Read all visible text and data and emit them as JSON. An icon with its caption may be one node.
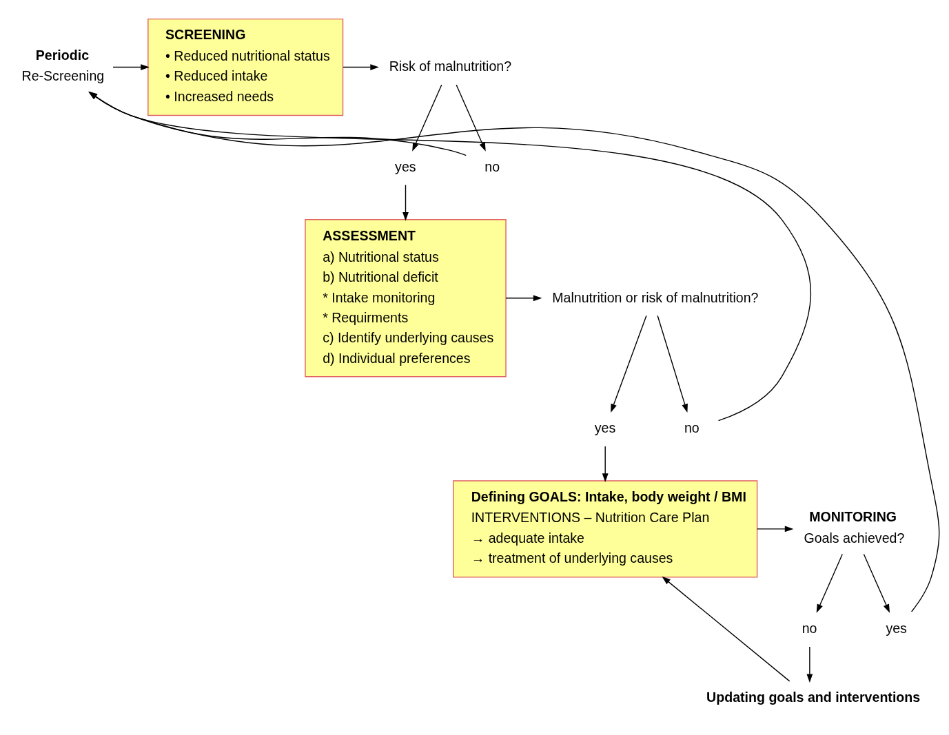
{
  "diagram": {
    "nodes": [
      {
        "text": [
          "SCREENING",
          "• Reduced nutritional status",
          "• Reduced intake",
          "• Increased needs"
        ]
      },
      {
        "text": [
          "Risk of malnutrition?"
        ]
      },
      {
        "text": [
          "yes"
        ]
      },
      {
        "text": [
          "no"
        ]
      },
      {
        "text": [
          "Periodic",
          "Re-Screening"
        ]
      },
      {
        "text": [
          "ASSESSMENT",
          "a) Nutritional status",
          "b) Nutritional deficit",
          "* Intake monitoring",
          "* Requirments",
          "c) Identify underlying causes",
          "d) Individual preferences"
        ]
      },
      {
        "text": [
          "Malnutrition or risk of malnutrition?"
        ]
      },
      {
        "text": [
          "yes"
        ]
      },
      {
        "text": [
          "no"
        ]
      },
      {
        "text": [
          "Defining GOALS: Intake, body weight / BMI",
          "INTERVENTIONS – Nutrition Care Plan",
          "→ adequate intake",
          "→ treatment of underlying causes"
        ]
      },
      {
        "text": [
          "MONITORING",
          "Goals achieved?"
        ]
      },
      {
        "text": [
          "no"
        ]
      },
      {
        "text": [
          "yes"
        ]
      },
      {
        "text": [
          "Updating goals and interventions"
        ]
      }
    ],
    "edges": [
      {
        "from": 4,
        "to": 0,
        "arrow": "to"
      },
      {
        "from": 0,
        "to": 1,
        "arrow": "to"
      },
      {
        "from": 1,
        "to": 2,
        "arrow": "to"
      },
      {
        "from": 1,
        "to": 3,
        "arrow": "to"
      },
      {
        "from": 2,
        "to": 5,
        "arrow": "to"
      },
      {
        "from": 3,
        "to": 4,
        "arrow": "to"
      },
      {
        "from": 5,
        "to": 6,
        "arrow": "to"
      },
      {
        "from": 6,
        "to": 7,
        "arrow": "to"
      },
      {
        "from": 6,
        "to": 8,
        "arrow": "to"
      },
      {
        "from": 7,
        "to": 9,
        "arrow": "to"
      },
      {
        "from": 8,
        "to": 4,
        "arrow": "to"
      },
      {
        "from": 9,
        "to": 10,
        "arrow": "to"
      },
      {
        "from": 10,
        "to": 11,
        "arrow": "to"
      },
      {
        "from": 10,
        "to": 12,
        "arrow": "to"
      },
      {
        "from": 11,
        "to": 13,
        "arrow": "to"
      },
      {
        "from": 12,
        "to": 4,
        "arrow": "to"
      },
      {
        "from": 13,
        "to": 9,
        "arrow": "to"
      }
    ]
  }
}
